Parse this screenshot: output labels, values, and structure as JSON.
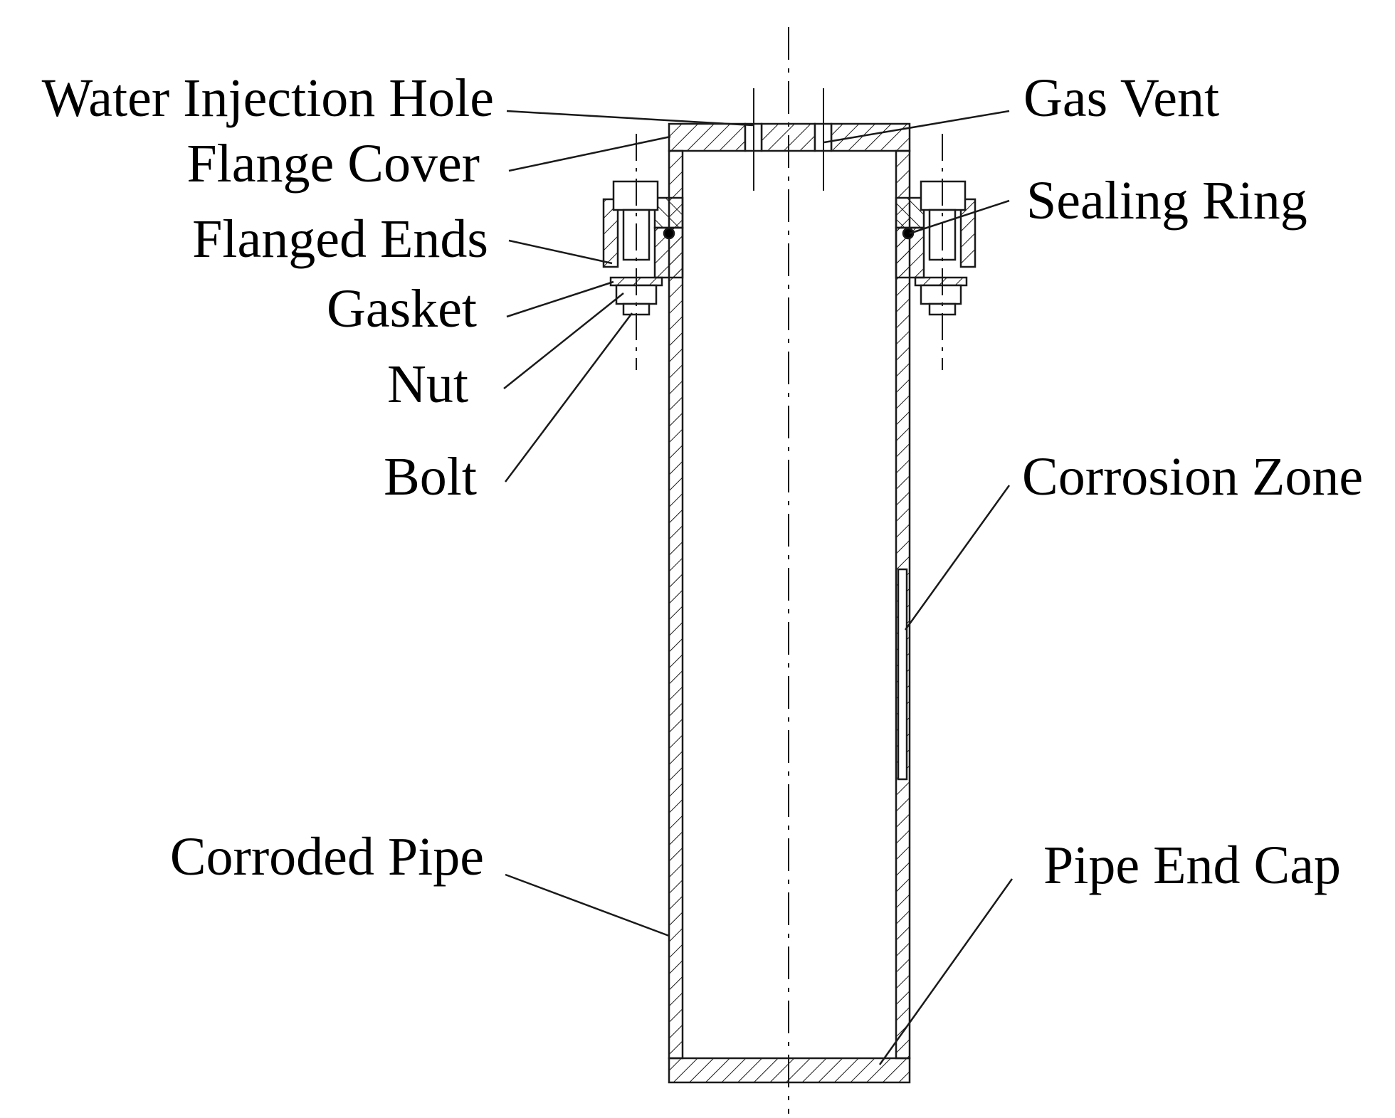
{
  "labels": {
    "water_injection_hole": "Water Injection Hole",
    "flange_cover": "Flange Cover",
    "flanged_ends": "Flanged Ends",
    "gasket": "Gasket",
    "nut": "Nut",
    "bolt": "Bolt",
    "corroded_pipe": "Corroded Pipe",
    "gas_vent": "Gas Vent",
    "sealing_ring": "Sealing Ring",
    "corrosion_zone": "Corrosion Zone",
    "pipe_end_cap": "Pipe End Cap"
  },
  "colors": {
    "line": "#1a1a1a",
    "background": "#ffffff"
  }
}
